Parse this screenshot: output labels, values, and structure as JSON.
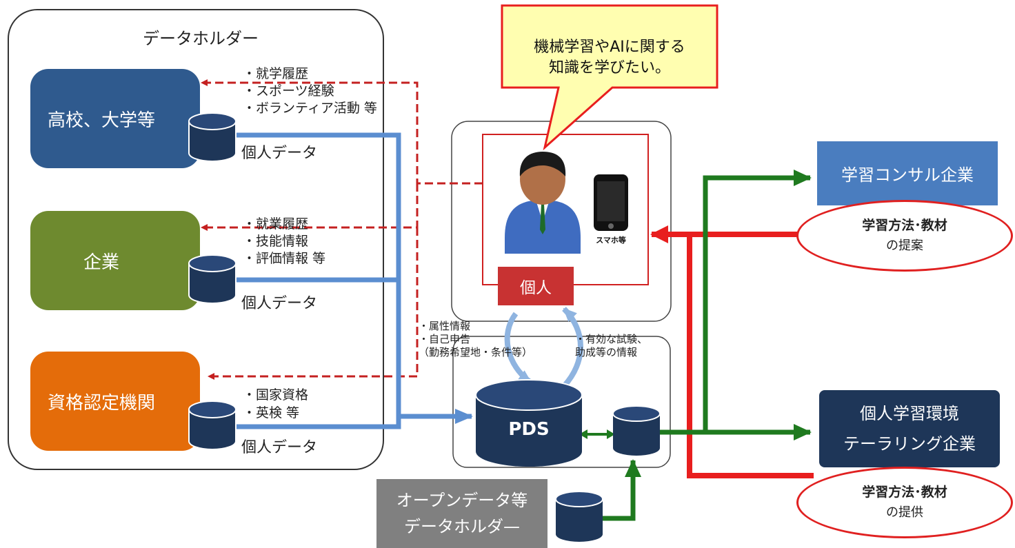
{
  "holder_panel": {
    "title": "データホルダー"
  },
  "entities": {
    "school": "高校、大学等",
    "company": "企業",
    "cert": "資格認定機関",
    "consult": "学習コンサル企業",
    "tailor_line1": "個人学習環境",
    "tailor_line2": "テーラリング企業",
    "open_line1": "オープンデータ等",
    "open_line2": "データホルダ—"
  },
  "personal_data_label": "個人データ",
  "school_items": [
    "・就学履歴",
    "・スポーツ経験",
    "・ボランティア活動 等"
  ],
  "company_items": [
    "・就業履歴",
    "・技能情報",
    "・評価情報 等"
  ],
  "cert_items": [
    "・国家資格",
    "・英検 等"
  ],
  "speech": {
    "line1": "機械学習やAIに関する",
    "line2": "知識を学びたい。"
  },
  "person": {
    "badge": "個人",
    "phone_label": "スマホ等"
  },
  "pds": {
    "label": "PDS"
  },
  "upload_info": [
    "・属性情報",
    "・自己申告",
    "（勤務希望地・条件等）"
  ],
  "download_info": [
    "・有効な試験、",
    "助成等の情報"
  ],
  "proposal": {
    "line1": "学習方法･教材",
    "line2": "の提案"
  },
  "provision": {
    "line1": "学習方法･教材",
    "line2": "の提供"
  },
  "colors": {
    "school": "#2f5a8e",
    "company": "#6e8a2f",
    "cert": "#e46c0a",
    "consult": "#4a7dbf",
    "navy": "#1e3658",
    "blue_line": "#5b8ed0",
    "green": "#1f7a1f",
    "red": "#e81e1e",
    "dashed": "#c42020",
    "open_gray": "#808080"
  }
}
